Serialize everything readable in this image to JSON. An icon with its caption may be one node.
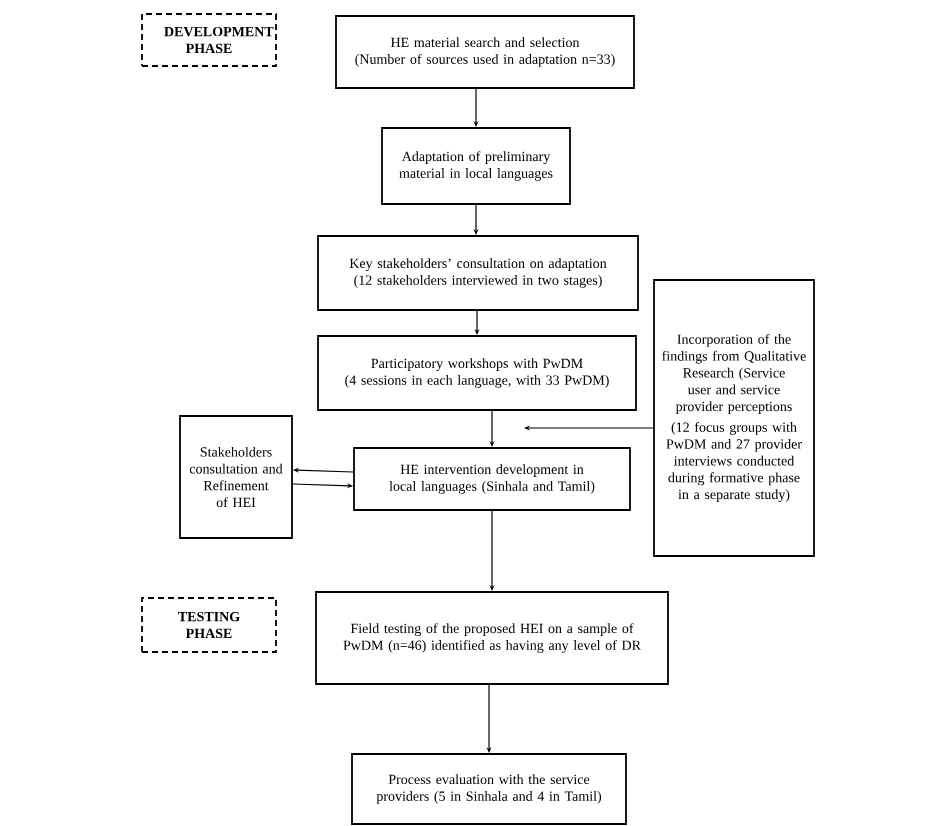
{
  "diagram": {
    "nodes": [
      {
        "text": [
          "DEVELOPMENT PHASE"
        ]
      },
      {
        "text": [
          "HE material search and selection",
          "(Number of sources used in adaptation n=33)"
        ]
      },
      {
        "text": [
          "Adaptation of preliminary material in local languages"
        ]
      },
      {
        "text": [
          "Key stakeholders’ consultation on adaptation",
          "(12 stakeholders interviewed in two stages)"
        ]
      },
      {
        "text": [
          "Participatory workshops with PwDM",
          "(4 sessions in each language, with 33 PwDM)"
        ]
      },
      {
        "text": [
          "Incorporation of the findings from Qualitative Research (Service user and service provider perceptions",
          "(12 focus groups with PwDM and 27 provider interviews conducted during formative phase in a separate study)"
        ]
      },
      {
        "text": [
          "Stakeholders consultation and Refinement of HEI"
        ]
      },
      {
        "text": [
          "HE intervention development in local languages (Sinhala and Tamil)"
        ]
      },
      {
        "text": [
          "TESTING PHASE"
        ]
      },
      {
        "text": [
          "Field testing of the proposed HEI on a sample of PwDM (n=46) identified as having any level of DR"
        ]
      },
      {
        "text": [
          "Process evaluation with the service providers (5 in Sinhala and 4 in Tamil)"
        ]
      }
    ],
    "edges": [
      {
        "from": 1,
        "to": 2,
        "arrow": "to"
      },
      {
        "from": 2,
        "to": 3,
        "arrow": "to"
      },
      {
        "from": 3,
        "to": 4,
        "arrow": "to"
      },
      {
        "from": 4,
        "to": 7,
        "arrow": "to"
      },
      {
        "from": 5,
        "to": 7,
        "arrow": "to"
      },
      {
        "from": 7,
        "to": 6,
        "arrow": "to"
      },
      {
        "from": 6,
        "to": 7,
        "arrow": "to"
      },
      {
        "from": 7,
        "to": 9,
        "arrow": "to"
      },
      {
        "from": 9,
        "to": 10,
        "arrow": "to"
      }
    ]
  }
}
